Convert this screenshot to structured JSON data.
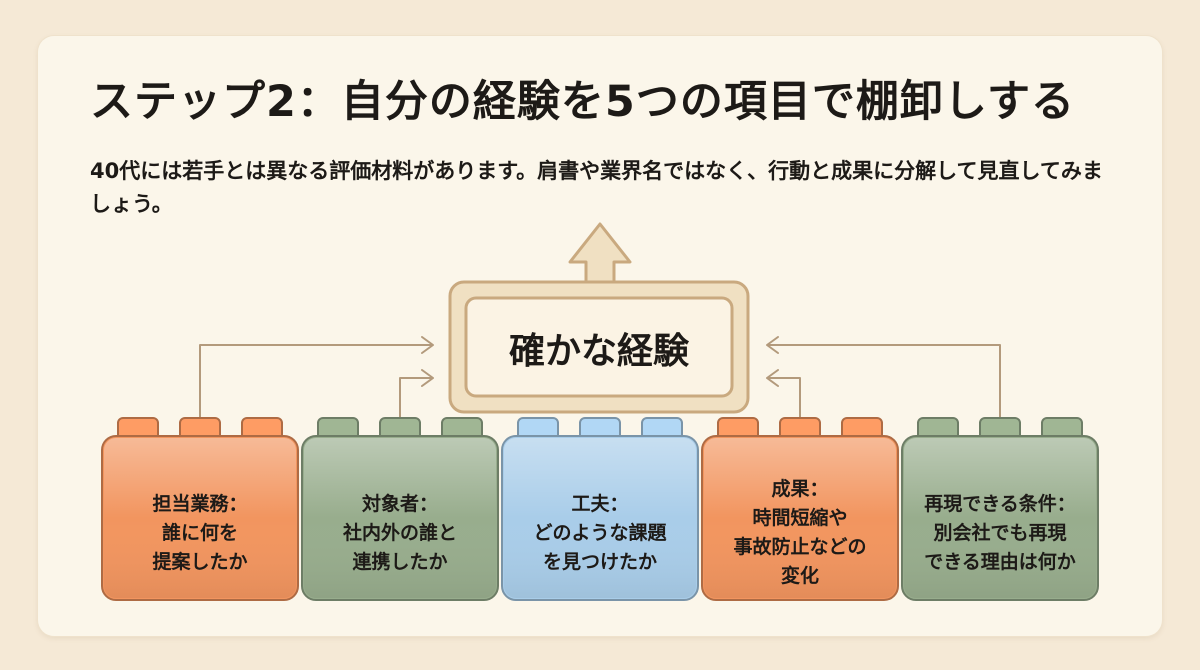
{
  "title": "ステップ2：自分の経験を5つの項目で棚卸しする",
  "subtitle": "40代には若手とは異なる評価材料があります。肩書や業界名ではなく、行動と成果に分解して見直してみましょう。",
  "center_label": "確かな経験",
  "blocks": [
    {
      "lines": [
        "担当業務：",
        "誰に何を",
        "提案したか"
      ],
      "color": "#f2955f"
    },
    {
      "lines": [
        "対象者：",
        "社内外の誰と",
        "連携したか"
      ],
      "color": "#98ad8d"
    },
    {
      "lines": [
        "工夫：",
        "どのような課題",
        "を見つけたか"
      ],
      "color": "#a9cde9"
    },
    {
      "lines": [
        "成果：",
        "時間短縮や",
        "事故防止などの",
        "変化"
      ],
      "color": "#f2955f"
    },
    {
      "lines": [
        "再現できる条件：",
        "別会社でも再現",
        "できる理由は何か"
      ],
      "color": "#98ad8d"
    }
  ],
  "colors": {
    "background": "#f5e9d6",
    "card": "#fbf6ea",
    "center_box": "#f0e0c2",
    "center_border": "#c9a97f",
    "arrow_line": "#b39a7c",
    "text": "#1d1a17"
  }
}
